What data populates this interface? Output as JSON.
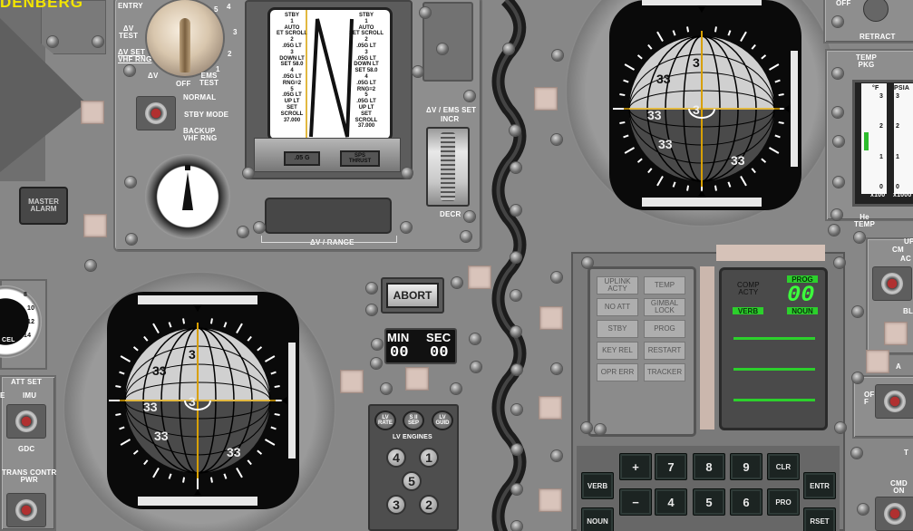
{
  "header": {
    "partial_name": "DENBERG"
  },
  "delta_v_panel": {
    "mode_switch": {
      "entry": "ENTRY",
      "dv_test": "ΔV\nTEST",
      "dv_set": "ΔV SET\nVHF RNG",
      "dv": "ΔV",
      "off": "OFF",
      "ems_test": "EMS\nTEST",
      "dial_numbers": [
        "5",
        "4",
        "3",
        "2",
        "1"
      ]
    },
    "normal": "NORMAL",
    "stby_mode": "STBY MODE",
    "backup_vhf": "BACKUP\nVHF RNG",
    "master_alarm": "MASTER\nALARM",
    "scroll_left": [
      "STBY",
      "1",
      "AUTO",
      "ET SCROLL",
      "2",
      ".05G LT",
      "3",
      "DOWN LT",
      "SET 58.0",
      "4",
      ".05G LT",
      "RNG=2",
      "5",
      ".05G LT",
      "UP LT",
      "SET",
      "SCROLL",
      "37.000"
    ],
    "scroll_right": [
      "STBY",
      "1",
      "AUTO",
      "SET SCROLL",
      "2",
      ".05G LT",
      "3",
      ".05G LT",
      "DOWN LT",
      "SET 58.0",
      "4",
      ".05G LT",
      "RNG=2",
      "5",
      ".05G LT",
      "UP LT",
      "SET",
      "SCROLL",
      "37.000"
    ],
    "g_button": ".05 G",
    "sps_button": "SPS\nTHRUST",
    "dv_range": "ΔV / RANGE",
    "dv_ems_set": "ΔV / EMS SET",
    "incr": "INCR",
    "decr": "DECR"
  },
  "left_controls": {
    "att_set": "ATT SET",
    "imu": "IMU",
    "e_partial": "E",
    "gdc": "GDC",
    "trans_contr_pwr": "TRANS CONTR\nPWR",
    "gauge_numbers": [
      "8",
      "10",
      "12",
      "14"
    ],
    "gauge_label": "CEL"
  },
  "fdai": {
    "ball_numbers": [
      "33",
      "3",
      "33",
      "3",
      "33",
      "33"
    ]
  },
  "abort": {
    "label": "ABORT"
  },
  "timer": {
    "min_label": "MIN",
    "sec_label": "SEC",
    "min": "00",
    "sec": "00"
  },
  "lv": {
    "lights": [
      "LV\nRATE",
      "S II\nSEP",
      "LV\nGUID"
    ],
    "engines_label": "LV ENGINES",
    "engines": [
      "4",
      "1",
      "5",
      "3",
      "2"
    ]
  },
  "dsky": {
    "annunciators": [
      [
        "UPLINK\nACTY",
        "TEMP"
      ],
      [
        "NO ATT",
        "GIMBAL\nLOCK"
      ],
      [
        "STBY",
        "PROG"
      ],
      [
        "KEY REL",
        "RESTART"
      ],
      [
        "OPR ERR",
        "TRACKER"
      ]
    ],
    "comp_acty": "COMP\nACTY",
    "prog": "PROG",
    "verb": "VERB",
    "noun": "NOUN",
    "prog_value": "00",
    "keys": [
      "VERB",
      "+",
      "7",
      "8",
      "9",
      "CLR",
      "ENTR",
      "−",
      "4",
      "5",
      "6",
      "PRO",
      "NOUN",
      "RSET"
    ]
  },
  "right_panel": {
    "off": "OFF",
    "retract": "RETRACT",
    "temp_pkg": "TEMP\nPKG",
    "f_label": "°F",
    "psia": "PSIA",
    "gauge_left": [
      "3",
      "2",
      "1",
      "0"
    ],
    "gauge_right": [
      "3",
      "2",
      "1",
      "0"
    ],
    "x100": "x100",
    "x1000": "x1000",
    "he_temp": "He\nTEMP",
    "cm": "CM",
    "ac": "AC",
    "up": "UP",
    "bl": "BL",
    "a": "A",
    "off2": "OF\nF",
    "cmd_on": "CMD\nON",
    "t_partial": "T"
  }
}
